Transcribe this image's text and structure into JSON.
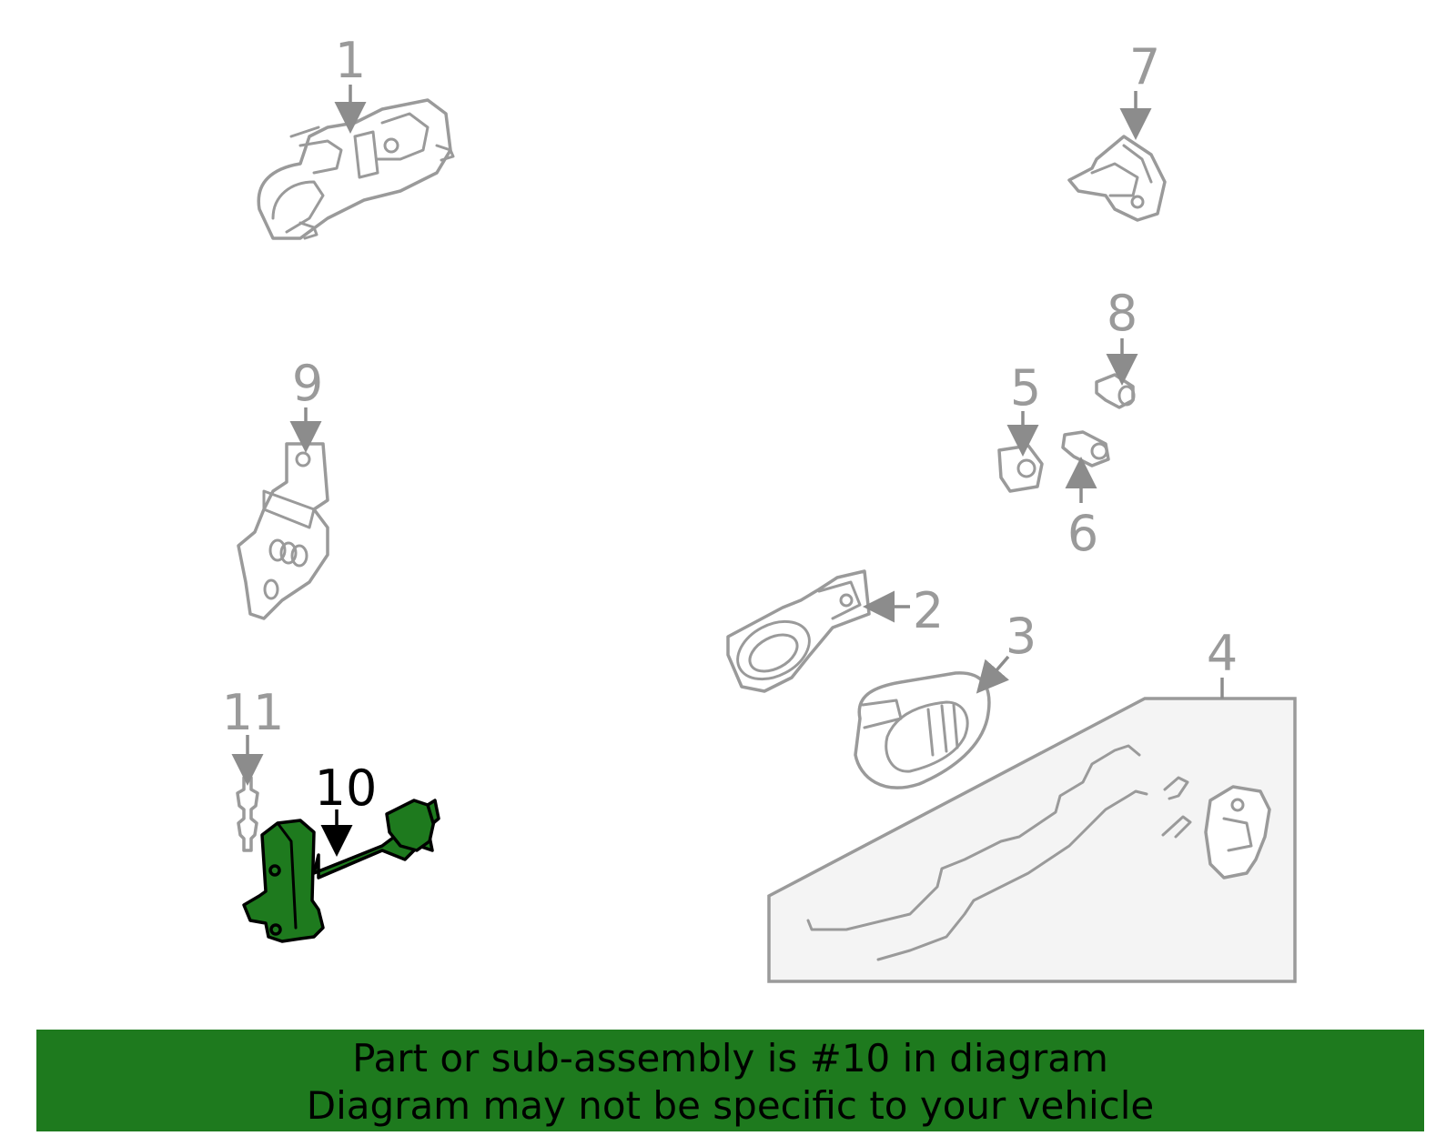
{
  "callouts": {
    "c1": "1",
    "c2": "2",
    "c3": "3",
    "c4": "4",
    "c5": "5",
    "c6": "6",
    "c7": "7",
    "c8": "8",
    "c9": "9",
    "c10": "10",
    "c11": "11"
  },
  "highlighted_part": "10",
  "colors": {
    "highlight": "#1e7a1e",
    "parts_outline": "#9a9a9a",
    "banner": "#1e7a1e"
  },
  "banner": {
    "line1": "Part or sub-assembly is #10 in diagram",
    "line2": "Diagram may not be specific to your vehicle"
  }
}
